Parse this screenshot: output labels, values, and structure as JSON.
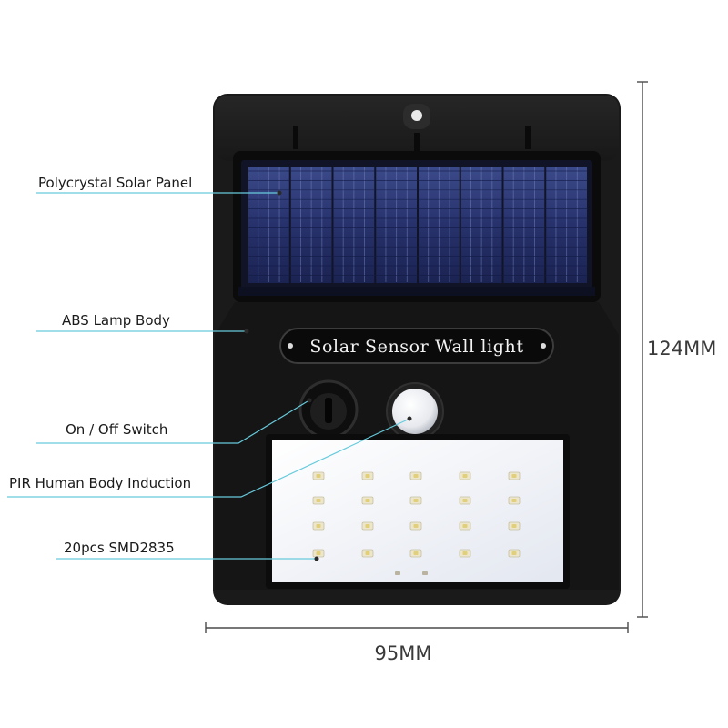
{
  "callouts": [
    {
      "label": "Polycrystal Solar Panel"
    },
    {
      "label": "ABS Lamp Body"
    },
    {
      "label": "On / Off Switch"
    },
    {
      "label": "PIR Human Body Induction"
    },
    {
      "label": "20pcs SMD2835"
    }
  ],
  "product": {
    "badge_text": "Solar Sensor Wall light"
  },
  "dimensions": {
    "height_label": "124MM",
    "width_label": "95MM"
  },
  "colors": {
    "callout_line": "#67cbdc",
    "dimension_line": "#4a4a4a",
    "housing": "#1a1a1a",
    "solar_cell": "#2a3570",
    "led_panel": "#f3f5fa"
  }
}
